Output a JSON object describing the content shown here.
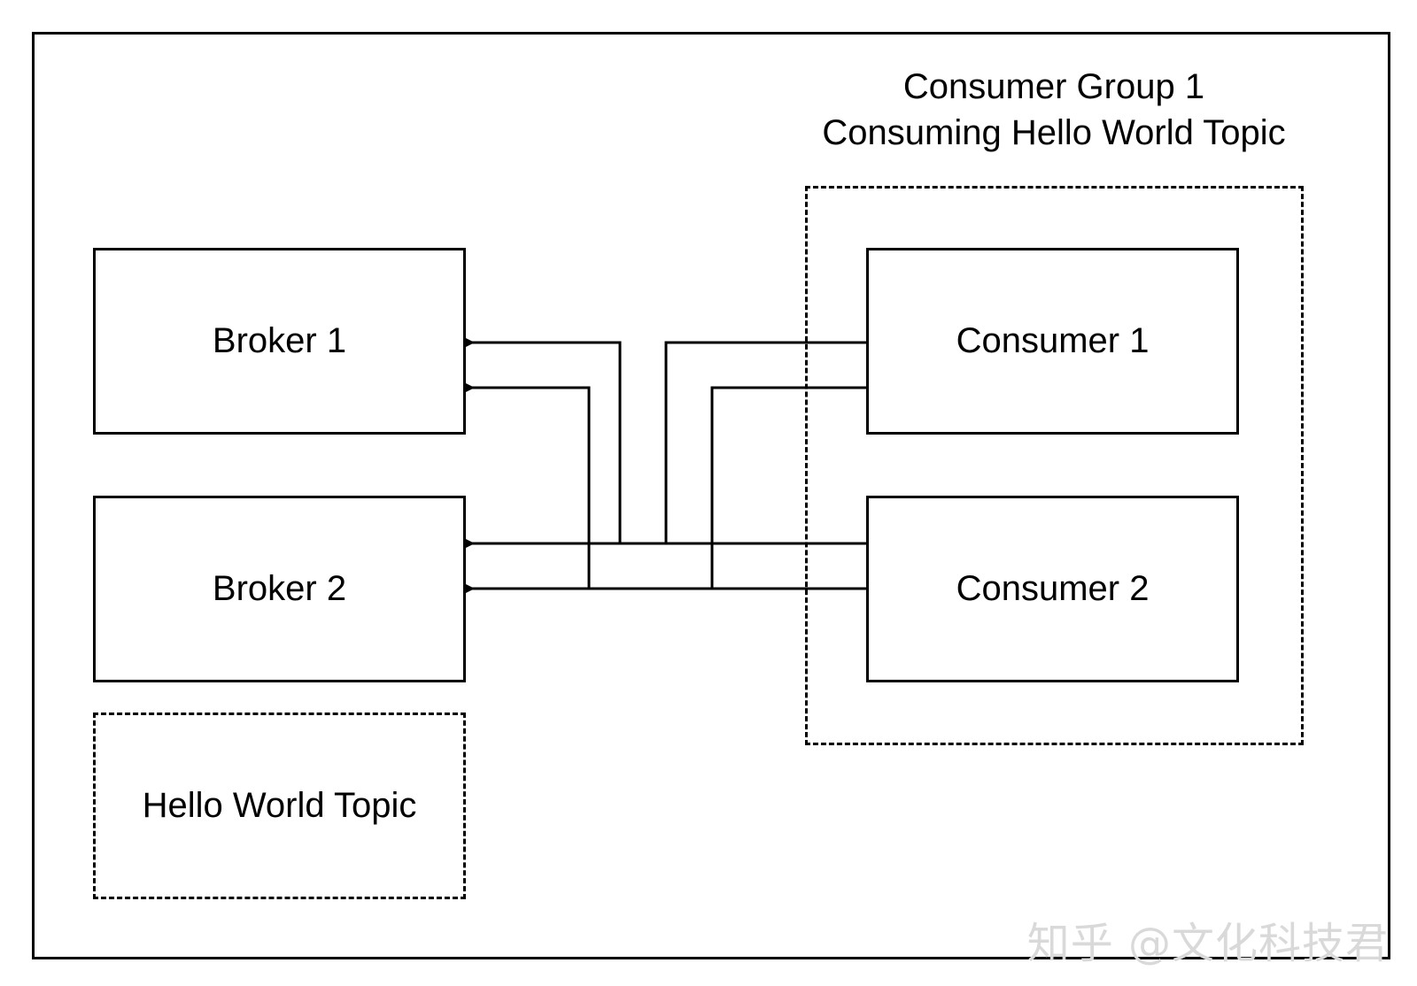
{
  "diagram": {
    "group_title_line1": "Consumer Group 1",
    "group_title_line2": "Consuming Hello World Topic",
    "nodes": {
      "broker1": "Broker 1",
      "broker2": "Broker 2",
      "consumer1": "Consumer 1",
      "consumer2": "Consumer 2",
      "topic": "Hello World Topic"
    },
    "watermark": "知乎 @文化科技君"
  }
}
